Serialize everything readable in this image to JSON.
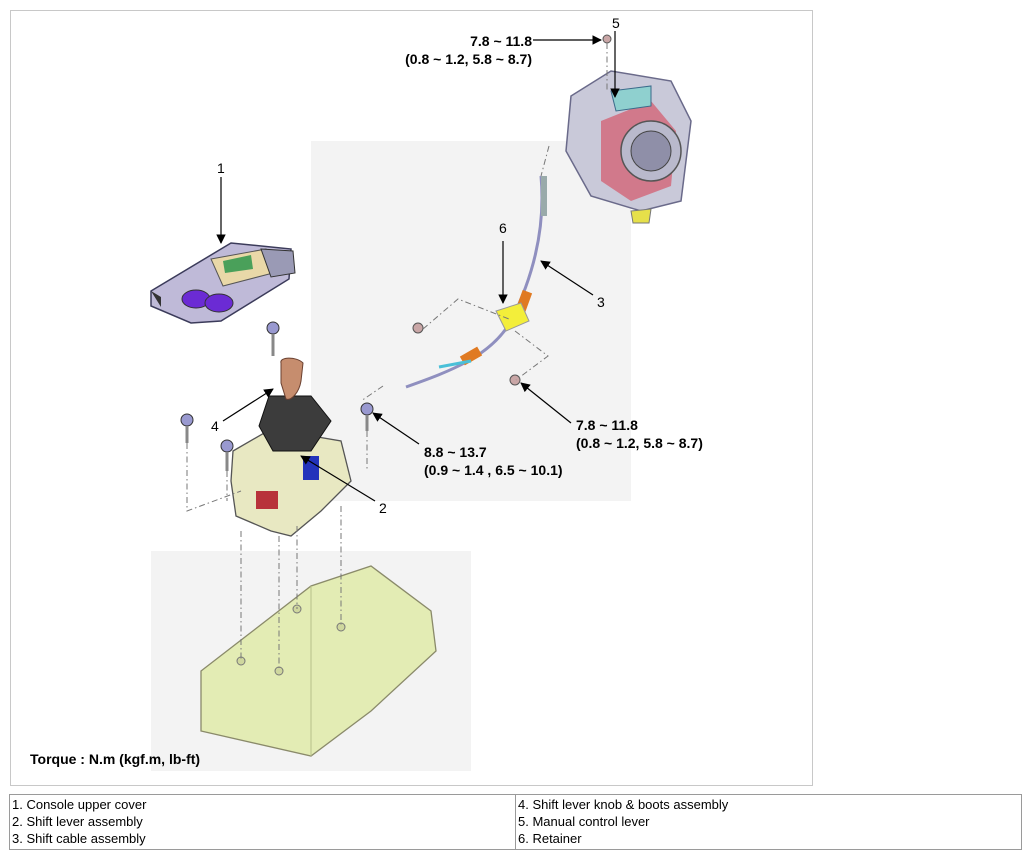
{
  "diagram": {
    "callouts": [
      "1",
      "2",
      "3",
      "4",
      "5",
      "6"
    ],
    "torque_top": {
      "value": "7.8 ~ 11.8",
      "sub": "(0.8 ~ 1.2, 5.8 ~ 8.7)"
    },
    "torque_mid": {
      "value": "7.8 ~ 11.8",
      "sub": "(0.8 ~ 1.2, 5.8 ~ 8.7)"
    },
    "torque_lever": {
      "value": "8.8 ~ 13.7",
      "sub": "(0.9 ~ 1.4 , 6.5 ~ 10.1)"
    },
    "torque_unit": "Torque : N.m (kgf.m, lb-ft)"
  },
  "legend": {
    "left": [
      "1. Console upper cover",
      "2. Shift lever assembly",
      "3. Shift cable assembly"
    ],
    "right": [
      "4. Shift lever knob & boots assembly",
      "5. Manual control lever",
      "6. Retainer"
    ]
  }
}
